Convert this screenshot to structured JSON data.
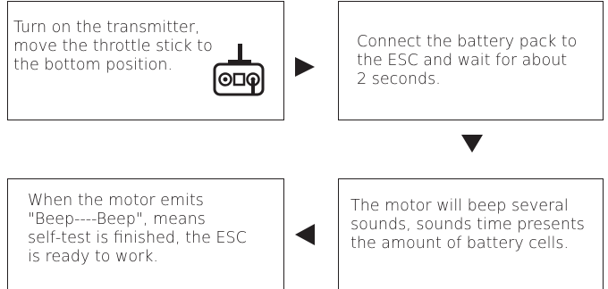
{
  "steps": [
    {
      "text": "Turn on the transmitter,\nmove the throttle stick to\nthe bottom position."
    },
    {
      "text": "Connect the battery pack to\nthe ESC and wait for about\n2 seconds."
    },
    {
      "text": "The motor will beep several\nsounds, sounds time presents\nthe amount of battery cells."
    },
    {
      "text": "When the motor emits\n\"Beep----Beep\", means\nself-test is finished, the ESC\nis ready to work."
    }
  ],
  "icons": {
    "step1": "transmitter-icon"
  },
  "arrows": [
    "right",
    "down",
    "left"
  ],
  "colors": {
    "ink": "#231f20",
    "background": "#ffffff"
  }
}
